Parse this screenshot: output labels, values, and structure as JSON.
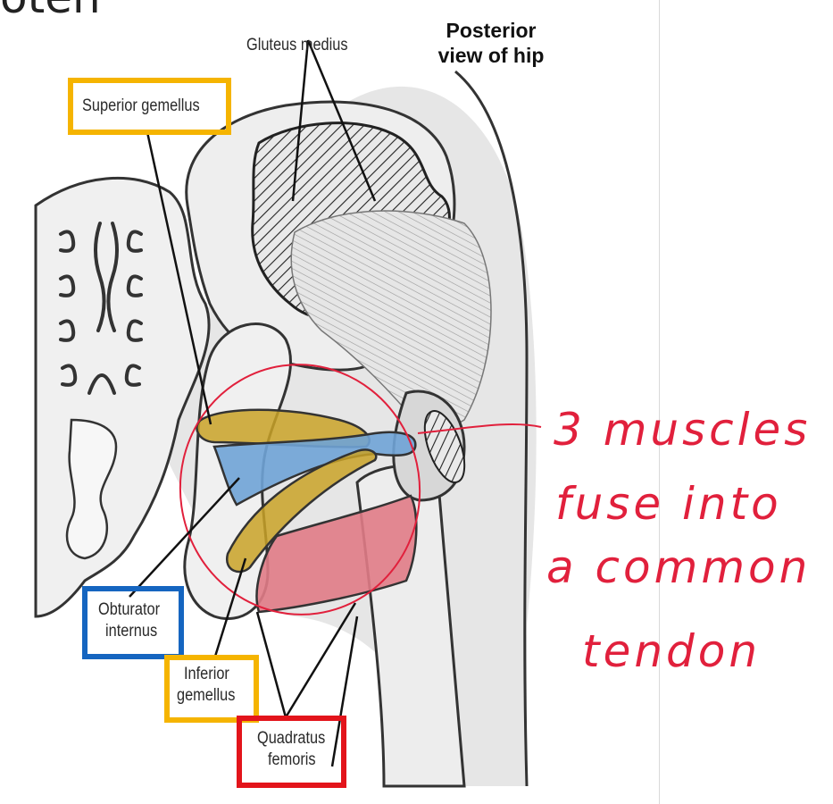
{
  "slide": {
    "title_fragment": "oten"
  },
  "diagram": {
    "title": "Posterior view of hip",
    "title_line1": "Posterior",
    "title_line2": "view of hip",
    "labels": {
      "gluteus_medius": "Gluteus medius",
      "superior_gemellus": "Superior gemellus",
      "obturator_internus_1": "Obturator",
      "obturator_internus_2": "internus",
      "inferior_gemellus_1": "Inferior",
      "inferior_gemellus_2": "gemellus",
      "quadratus_femoris_1": "Quadratus",
      "quadratus_femoris_2": "femoris"
    }
  },
  "annotation": {
    "line1": "3 muscles",
    "line2": "fuse into",
    "line3": "a common",
    "line4": "tendon"
  },
  "colors": {
    "yellow_box": "#f5b400",
    "blue_box": "#1565c0",
    "red_box": "#e3141b",
    "yellow_muscle": "#c9a227",
    "blue_muscle": "#6fa3d6",
    "red_muscle": "#e07b86",
    "annotation_ink": "#e1203c"
  }
}
